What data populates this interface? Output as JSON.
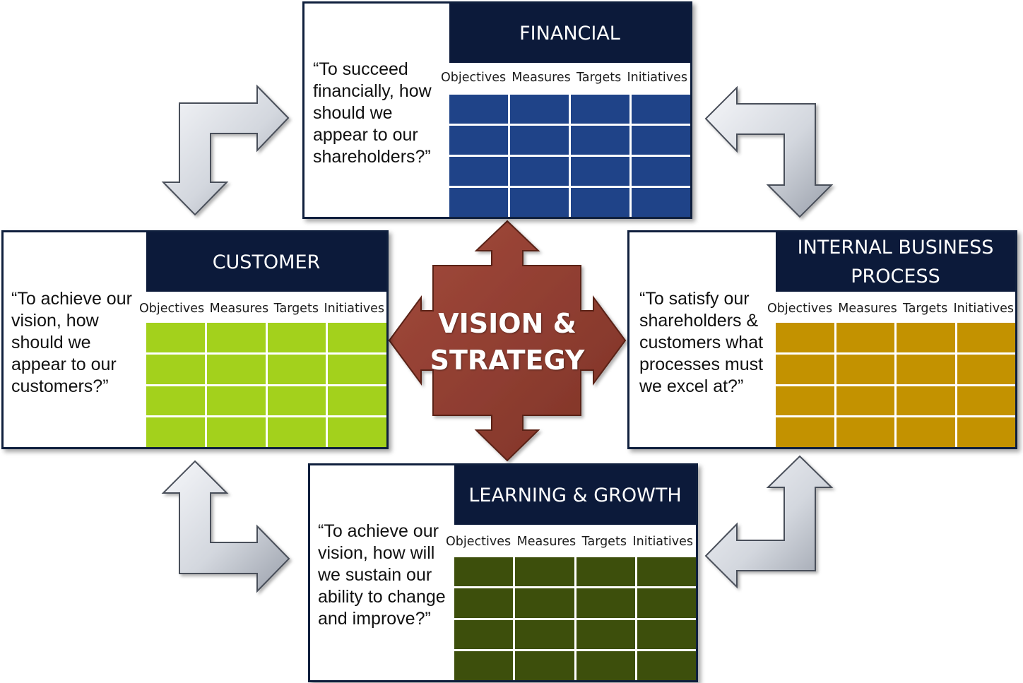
{
  "center": {
    "line1": "VISION &",
    "line2": "STRATEGY",
    "color": "#8b3a2e"
  },
  "column_headers": [
    "Objectives",
    "Measures",
    "Targets",
    "Initiatives"
  ],
  "panels": {
    "financial": {
      "title_lines": [
        "FINANCIAL"
      ],
      "question_lines": [
        "“To succeed",
        "financially, how",
        "should we",
        "appear to our",
        "shareholders?”"
      ],
      "grid_color": "#1f4388"
    },
    "customer": {
      "title_lines": [
        "CUSTOMER"
      ],
      "question_lines": [
        "“To achieve our",
        "vision, how",
        "should we",
        "appear to our",
        "customers?”"
      ],
      "grid_color": "#a3d11c"
    },
    "internal": {
      "title_lines": [
        "INTERNAL BUSINESS",
        "PROCESS"
      ],
      "question_lines": [
        "“To satisfy our",
        "shareholders &",
        "customers what",
        "processes must",
        "we excel at?”"
      ],
      "grid_color": "#c39200"
    },
    "learning": {
      "title_lines": [
        "LEARNING & GROWTH"
      ],
      "question_lines": [
        "“To achieve our",
        "vision, how will",
        "we sustain our",
        "ability to change",
        "and improve?”"
      ],
      "grid_color": "#3d4f0c"
    }
  }
}
